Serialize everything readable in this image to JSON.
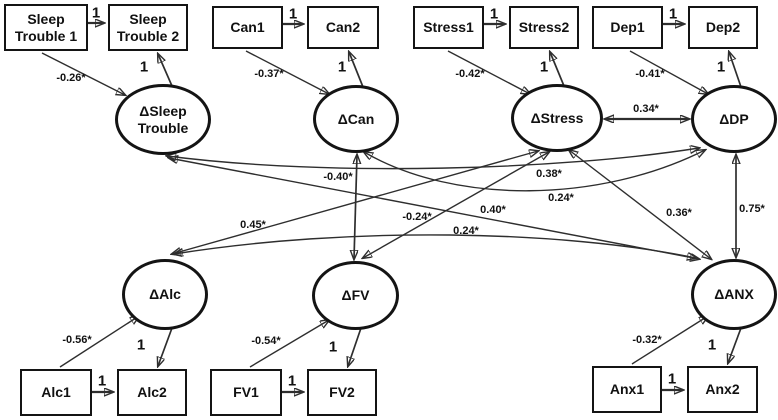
{
  "diagram_type": "structural-equation-model-latent-change",
  "nodes": {
    "sleep1": "Sleep Trouble 1",
    "sleep2": "Sleep Trouble 2",
    "can1": "Can1",
    "can2": "Can2",
    "stress1": "Stress1",
    "stress2": "Stress2",
    "dep1": "Dep1",
    "dep2": "Dep2",
    "alc1": "Alc1",
    "alc2": "Alc2",
    "fv1": "FV1",
    "fv2": "FV2",
    "anx1": "Anx1",
    "anx2": "Anx2",
    "d_sleep": "ΔSleep Trouble",
    "d_can": "ΔCan",
    "d_stress": "ΔStress",
    "d_dp": "ΔDP",
    "d_alc": "ΔAlc",
    "d_fv": "ΔFV",
    "d_anx": "ΔANX"
  },
  "edges": {
    "sleep1_to_sleep2": {
      "value": "1",
      "type": "regression"
    },
    "can1_to_can2": {
      "value": "1",
      "type": "regression"
    },
    "stress1_to_stress2": {
      "value": "1",
      "type": "regression"
    },
    "dep1_to_dep2": {
      "value": "1",
      "type": "regression"
    },
    "alc1_to_alc2": {
      "value": "1",
      "type": "regression"
    },
    "fv1_to_fv2": {
      "value": "1",
      "type": "regression"
    },
    "anx1_to_anx2": {
      "value": "1",
      "type": "regression"
    },
    "dsleep_to_sleep2": {
      "value": "1",
      "type": "loading"
    },
    "dcan_to_can2": {
      "value": "1",
      "type": "loading"
    },
    "dstress_to_stress2": {
      "value": "1",
      "type": "loading"
    },
    "ddp_to_dep2": {
      "value": "1",
      "type": "loading"
    },
    "dalc_to_alc2": {
      "value": "1",
      "type": "loading"
    },
    "dfv_to_fv2": {
      "value": "1",
      "type": "loading"
    },
    "danx_to_anx2": {
      "value": "1",
      "type": "loading"
    },
    "sleep1_to_dsleep": {
      "value": "-0.26*",
      "type": "regression"
    },
    "can1_to_dcan": {
      "value": "-0.37*",
      "type": "regression"
    },
    "stress1_to_dstress": {
      "value": "-0.42*",
      "type": "regression"
    },
    "dep1_to_ddp": {
      "value": "-0.41*",
      "type": "regression"
    },
    "alc1_to_dalc": {
      "value": "-0.56*",
      "type": "regression"
    },
    "fv1_to_dfv": {
      "value": "-0.54*",
      "type": "regression"
    },
    "anx1_to_danx": {
      "value": "-0.32*",
      "type": "regression"
    },
    "dstress_ddp": {
      "value": "0.34*",
      "type": "covariance"
    },
    "ddp_danx": {
      "value": "0.75*",
      "type": "covariance"
    },
    "dcan_dfv": {
      "value": "-0.40*",
      "type": "covariance"
    },
    "dsleep_ddp": {
      "value": "0.38*",
      "type": "covariance"
    },
    "dcan_ddp": {
      "value": "0.24*",
      "type": "covariance"
    },
    "dsleep_danx": {
      "value": "0.40*",
      "type": "covariance"
    },
    "dstress_dalc": {
      "value": "0.45*",
      "type": "covariance"
    },
    "dstress_dfv": {
      "value": "-0.24*",
      "type": "covariance"
    },
    "dstress_danx": {
      "value": "0.36*",
      "type": "covariance"
    },
    "dalc_danx": {
      "value": "0.24*",
      "type": "covariance"
    }
  },
  "colors": {
    "line": "#2e2e2e",
    "node_border": "#141414",
    "text": "#111111",
    "background": "#ffffff"
  }
}
